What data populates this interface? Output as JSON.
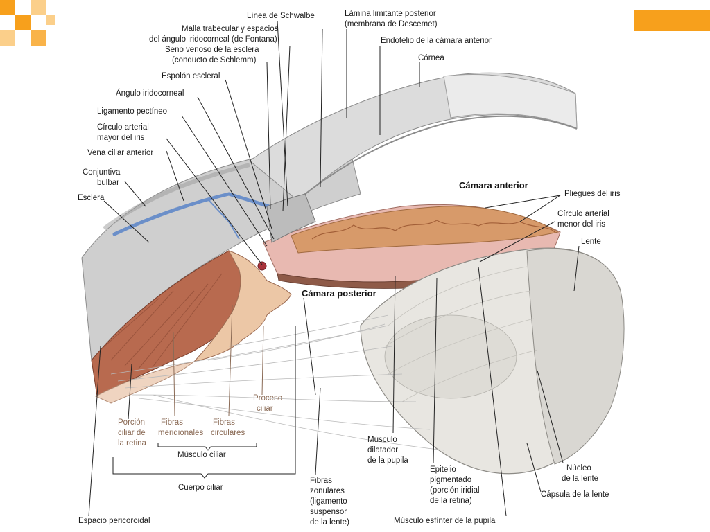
{
  "colors": {
    "slide_accent": "#f7a01c",
    "sclera": "#cfcfcf",
    "cornea": "#dcdcdc",
    "iris": "#e8b9b1",
    "ciliary_muscle": "#b86a4f",
    "lens": "#e8e6e1",
    "vessel": "#6b8fc9"
  },
  "labels": {
    "schwalbe": "Línea de Schwalbe",
    "trabecular_1": "Malla trabecular y espacios",
    "trabecular_2": "del ángulo iridocorneal (de Fontana)",
    "schlemm_1": "Seno venoso de la esclera",
    "schlemm_2": "(conducto de Schlemm)",
    "scleral_spur": "Espolón escleral",
    "iridocorneal_angle": "Ángulo iridocorneal",
    "pectinate_ligament": "Ligamento pectíneo",
    "major_arterial_1": "Círculo arterial",
    "major_arterial_2": "mayor del iris",
    "anterior_ciliary_vein": "Vena ciliar anterior",
    "conjunctiva_1": "Conjuntiva",
    "conjunctiva_2": "bulbar",
    "sclera": "Esclera",
    "descemet_1": "Lámina limitante posterior",
    "descemet_2": "(membrana de Descemet)",
    "endothelium": "Endotelio de la cámara anterior",
    "cornea": "Córnea",
    "anterior_chamber": "Cámara anterior",
    "iris_folds": "Pliegues del iris",
    "minor_arterial_1": "Círculo arterial",
    "minor_arterial_2": "menor del iris",
    "lens": "Lente",
    "posterior_chamber": "Cámara posterior",
    "ciliary_process_1": "Proceso",
    "ciliary_process_2": "ciliar",
    "retina_ciliary_1": "Porción",
    "retina_ciliary_2": "ciliar de",
    "retina_ciliary_3": "la retina",
    "meridional_1": "Fibras",
    "meridional_2": "meridionales",
    "circular_1": "Fibras",
    "circular_2": "circulares",
    "ciliary_muscle": "Músculo ciliar",
    "ciliary_body": "Cuerpo ciliar",
    "pericoroidal": "Espacio pericoroidal",
    "zonular_1": "Fibras",
    "zonular_2": "zonulares",
    "zonular_3": "(ligamento",
    "zonular_4": "suspensor",
    "zonular_5": "de la lente)",
    "dilator_1": "Músculo",
    "dilator_2": "dilatador",
    "dilator_3": "de la pupila",
    "pigment_1": "Epitelio",
    "pigment_2": "pigmentado",
    "pigment_3": "(porción iridial",
    "pigment_4": "de la retina)",
    "sphincter": "Músculo esfínter de la pupila",
    "nucleus_1": "Núcleo",
    "nucleus_2": "de la lente",
    "capsule": "Cápsula de la lente"
  }
}
